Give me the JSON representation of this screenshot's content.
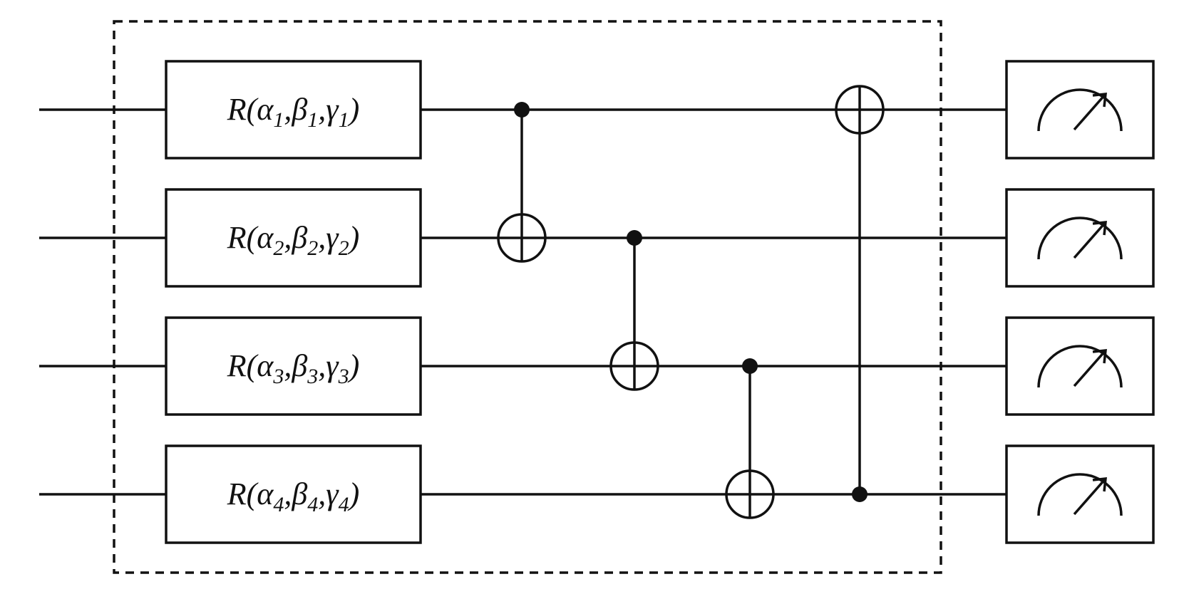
{
  "diagram": {
    "type": "quantum-circuit",
    "qubit_count": 4,
    "gates": [
      {
        "qubit": 1,
        "symbol": "R",
        "params": [
          {
            "sym": "α",
            "sub": "1"
          },
          {
            "sym": "β",
            "sub": "1"
          },
          {
            "sym": "γ",
            "sub": "1"
          }
        ]
      },
      {
        "qubit": 2,
        "symbol": "R",
        "params": [
          {
            "sym": "α",
            "sub": "2"
          },
          {
            "sym": "β",
            "sub": "2"
          },
          {
            "sym": "γ",
            "sub": "2"
          }
        ]
      },
      {
        "qubit": 3,
        "symbol": "R",
        "params": [
          {
            "sym": "α",
            "sub": "3"
          },
          {
            "sym": "β",
            "sub": "3"
          },
          {
            "sym": "γ",
            "sub": "3"
          }
        ]
      },
      {
        "qubit": 4,
        "symbol": "R",
        "params": [
          {
            "sym": "α",
            "sub": "4"
          },
          {
            "sym": "β",
            "sub": "4"
          },
          {
            "sym": "γ",
            "sub": "4"
          }
        ]
      }
    ],
    "cnots": [
      {
        "control": 1,
        "target": 2
      },
      {
        "control": 2,
        "target": 3
      },
      {
        "control": 3,
        "target": 4
      },
      {
        "control": 4,
        "target": 1
      }
    ],
    "measurements": [
      {
        "qubit": 1,
        "icon": "meter-icon"
      },
      {
        "qubit": 2,
        "icon": "meter-icon"
      },
      {
        "qubit": 3,
        "icon": "meter-icon"
      },
      {
        "qubit": 4,
        "icon": "meter-icon"
      }
    ],
    "layer_border": "dashed",
    "stroke_color": "#111111",
    "background": "#ffffff"
  }
}
